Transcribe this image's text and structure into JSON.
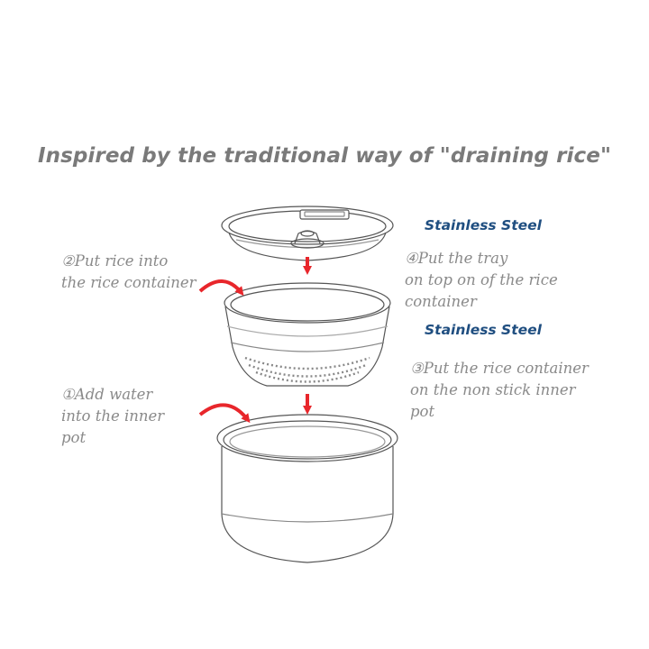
{
  "headline": "Inspired by the traditional way of \"draining rice\"",
  "materials": {
    "tray": "Stainless Steel",
    "container": "Stainless Steel"
  },
  "steps": {
    "step1": "①Add water\ninto the inner\npot",
    "step2": "②Put rice into\nthe rice container",
    "step3": "③Put the rice container\non the non stick inner\npot",
    "step4": "④Put the tray\non top on of the rice\ncontainer"
  },
  "colors": {
    "headline": "#7a7a7a",
    "label": "#8a8a8a",
    "material": "#1f4e80",
    "arrow": "#e8262b",
    "line": "#555555"
  }
}
